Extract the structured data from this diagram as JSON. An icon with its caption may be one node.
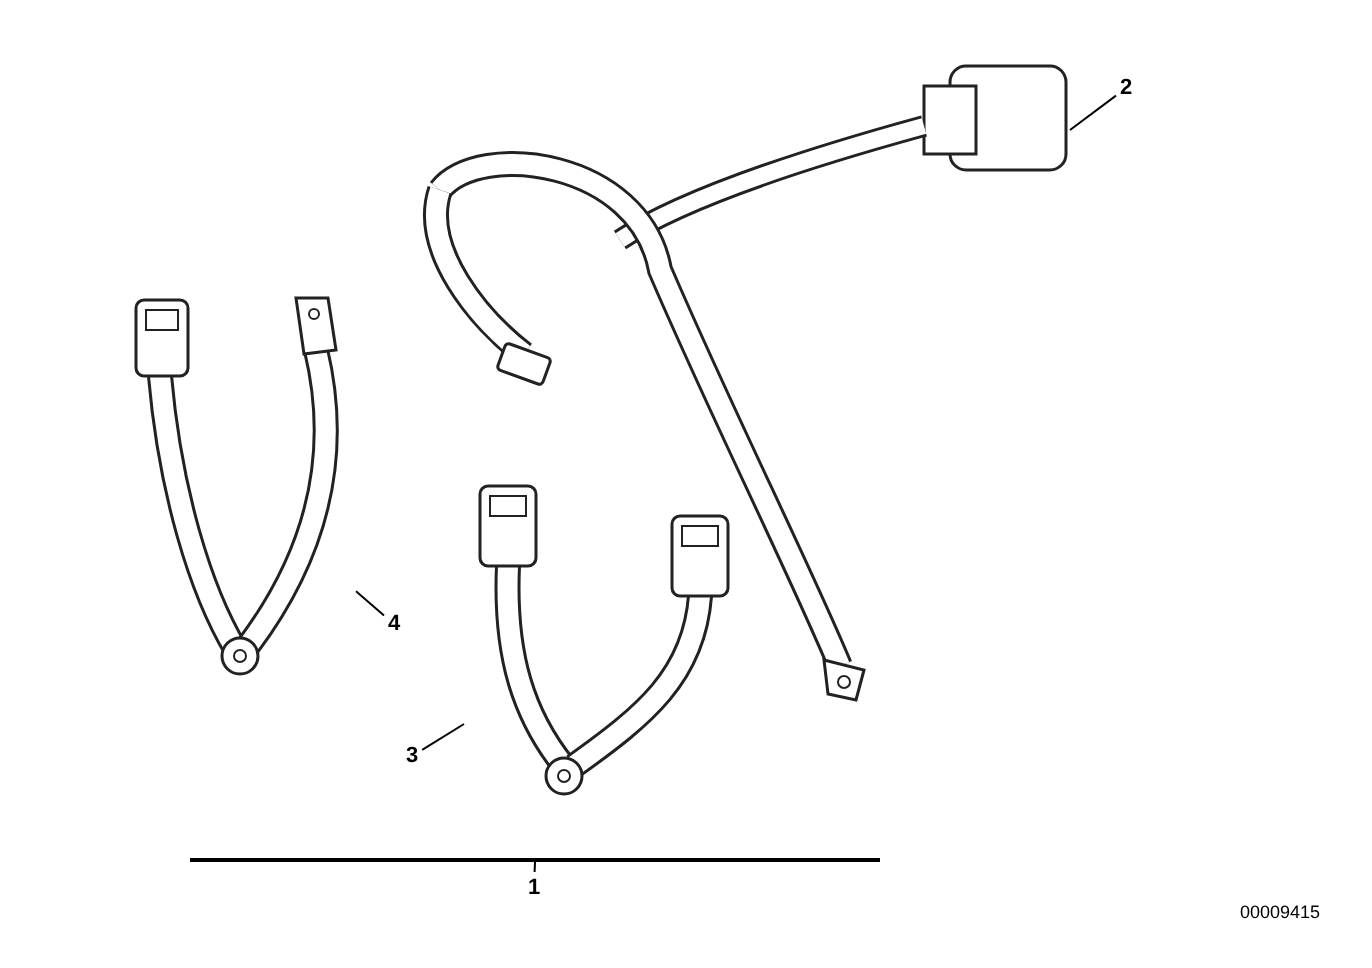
{
  "diagram": {
    "nodes": [
      {
        "text": [
          "1"
        ]
      },
      {
        "text": [],
        "shape": "bar"
      },
      {
        "text": [
          "2"
        ]
      },
      {
        "text": [],
        "shape": "picture"
      },
      {
        "text": [
          "3"
        ]
      },
      {
        "text": [],
        "shape": "picture"
      },
      {
        "text": [
          "4"
        ]
      },
      {
        "text": [],
        "shape": "picture"
      }
    ],
    "edges": [
      {
        "from": 0,
        "to": 1,
        "arrow": "none"
      },
      {
        "from": 2,
        "to": 3,
        "arrow": "none"
      },
      {
        "from": 4,
        "to": 5,
        "arrow": "none"
      },
      {
        "from": 6,
        "to": 7,
        "arrow": "none"
      }
    ],
    "labels": [
      "00009415"
    ]
  }
}
